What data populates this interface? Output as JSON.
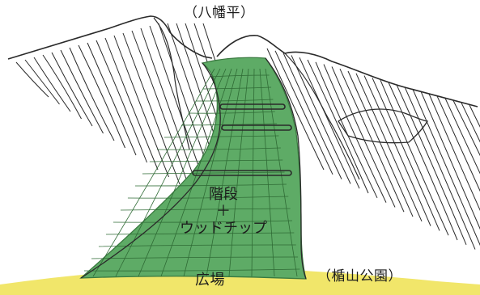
{
  "labels": {
    "top_peak": "（八幡平）",
    "path_material_1": "階段",
    "path_material_plus": "＋",
    "path_material_2": "ウッドチップ",
    "plaza": "広場",
    "right_park": "（楯山公園）"
  },
  "colors": {
    "path_green": "#5eab66",
    "ground_yellow": "#f1e66a",
    "line_ink": "#2a2a2a",
    "background": "#ffffff"
  }
}
